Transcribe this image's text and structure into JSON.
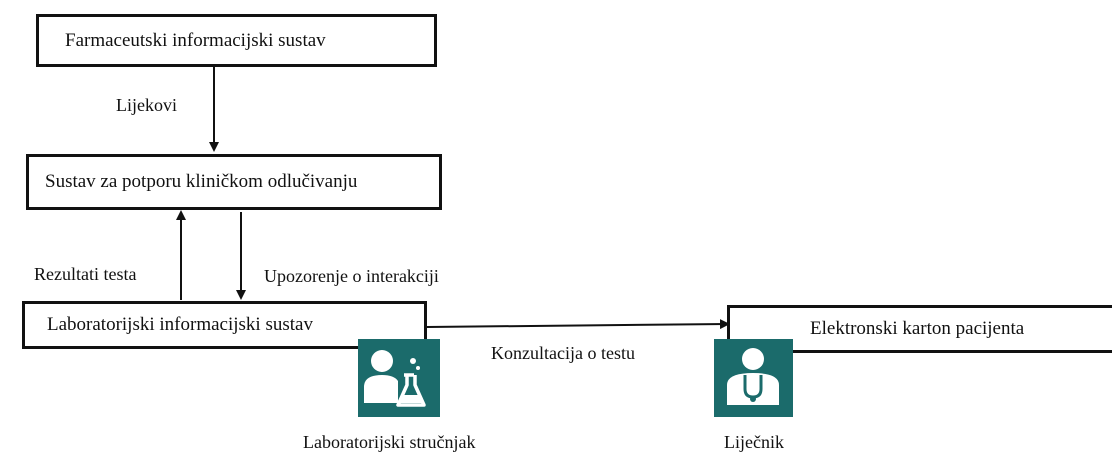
{
  "boxes": {
    "pharmacy": "Farmaceutski informacijski sustav",
    "cdss": "Sustav za potporu kliničkom odlučivanju",
    "lab": "Laboratorijski informacijski sustav",
    "ehr": "Elektronski karton pacijenta"
  },
  "edges": {
    "drugs": "Lijekovi",
    "results": "Rezultati testa",
    "warning": "Upozorenje o interakciji",
    "consult": "Konzultacija o testu"
  },
  "actors": {
    "lab_expert": {
      "label": "Laboratorijski stručnjak",
      "icon": "lab-scientist-icon"
    },
    "doctor": {
      "label": "Liječnik",
      "icon": "doctor-icon"
    }
  },
  "colors": {
    "icon_tile": "#1b6b6b",
    "icon_glyph": "#ffffff"
  }
}
